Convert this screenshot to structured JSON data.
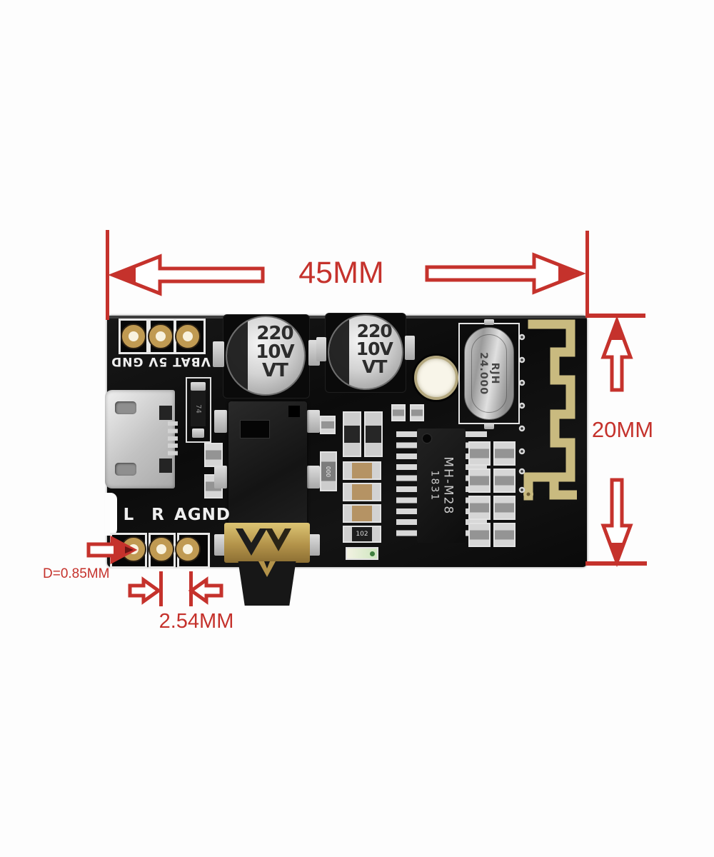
{
  "annotations": {
    "width_label": "45MM",
    "height_label": "20MM",
    "pitch_label": "2.54MM",
    "hole_label": "D=0.85MM"
  },
  "board": {
    "silkscreen": {
      "power_pads": "VBAT 5V GND",
      "audio_left": "L",
      "audio_right": "R",
      "audio_ground": "AGND"
    },
    "components": {
      "capacitor": {
        "line1": "220",
        "line2": "10V",
        "line3": "VT"
      },
      "crystal": {
        "line1": "RJH",
        "line2": "24.000"
      },
      "ic": {
        "line1": "MH-M28",
        "line2": "1831"
      },
      "diode_marking": "74",
      "resistor_marking_zero": "000",
      "resistor_marking_102": "102"
    }
  },
  "colors": {
    "annotation_red": "#c5322c",
    "board_black": "#0d0d0d",
    "antenna_gold": "#c9ba7f",
    "silkscreen_white": "#efefef",
    "pad_gold": "#c09a52",
    "background": "#fdfdfd"
  }
}
